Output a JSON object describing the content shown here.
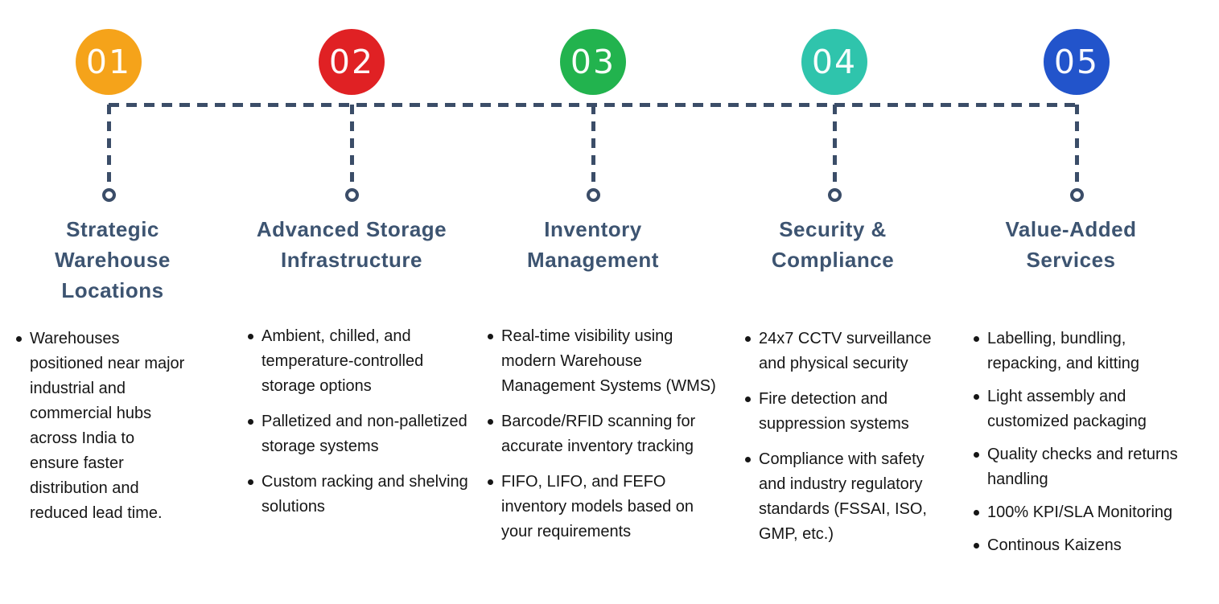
{
  "connector": {
    "color": "#3B4D68"
  },
  "title_color": "#3D5471",
  "columns": [
    {
      "number": "01",
      "circle_color": "#F5A31A",
      "title": "Strategic Warehouse Locations",
      "bullets": [
        "Warehouses positioned near major industrial and commercial hubs across India to ensure faster distribution and reduced lead time."
      ]
    },
    {
      "number": "02",
      "circle_color": "#E02124",
      "title": "Advanced Storage Infrastructure",
      "bullets": [
        "Ambient, chilled, and temperature-controlled storage options",
        "Palletized and non-palletized storage systems",
        "Custom racking and shelving solutions"
      ]
    },
    {
      "number": "03",
      "circle_color": "#22B34E",
      "title": "Inventory Management",
      "bullets": [
        "Real-time visibility using modern Warehouse Management Systems (WMS)",
        "Barcode/RFID scanning for accurate inventory tracking",
        "FIFO, LIFO, and FEFO inventory models based on your requirements"
      ]
    },
    {
      "number": "04",
      "circle_color": "#2FC4AC",
      "title": "Security & Compliance",
      "bullets": [
        "24x7 CCTV surveillance and physical security",
        "Fire detection and suppression systems",
        "Compliance with safety and industry regulatory standards (FSSAI, ISO, GMP, etc.)"
      ]
    },
    {
      "number": "05",
      "circle_color": "#2254CB",
      "title": "Value-Added Services",
      "bullets": [
        "Labelling, bundling, repacking, and kitting",
        "Light assembly and customized packaging",
        "Quality checks and returns handling",
        "100% KPI/SLA Monitoring",
        "Continous Kaizens"
      ]
    }
  ]
}
